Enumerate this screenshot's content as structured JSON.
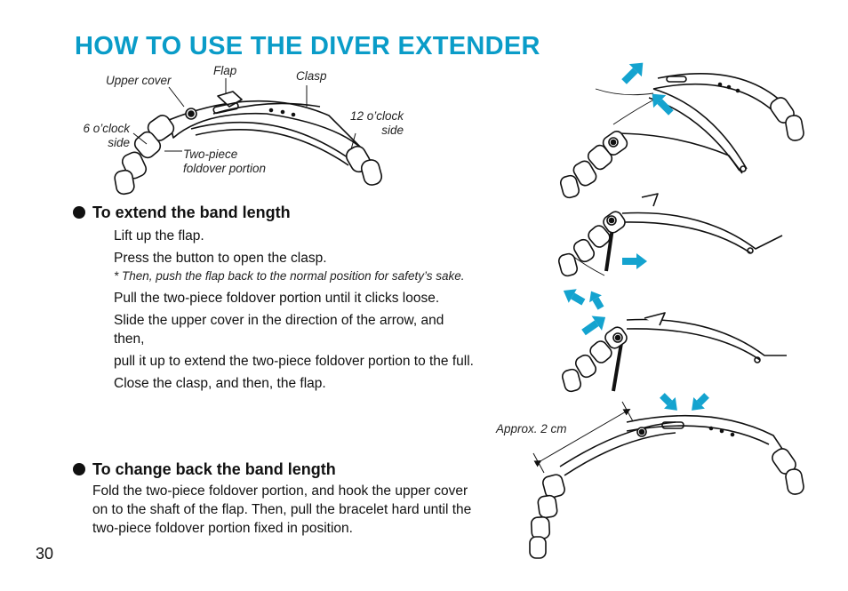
{
  "page": {
    "title": "HOW TO USE THE DIVER EXTENDER",
    "page_number": "30"
  },
  "diagram": {
    "labels": {
      "upper_cover": "Upper cover",
      "flap": "Flap",
      "clasp": "Clasp",
      "six_oclock_line1": "6 o’clock",
      "six_oclock_line2": "side",
      "twelve_oclock_line1": "12 o’clock",
      "twelve_oclock_line2": "side",
      "two_piece_line1": "Two-piece",
      "two_piece_line2": "foldover portion"
    },
    "approx_label": "Approx. 2 cm",
    "arrow_color": "#14a3cf"
  },
  "extend": {
    "heading": "To extend the band length",
    "steps": [
      "Lift up the flap.",
      "Press the button to open the clasp.",
      "Pull the two-piece foldover portion until it clicks loose.",
      "Slide the upper cover in the direction of the arrow, and then,",
      "pull it up to extend the two-piece foldover portion to the full.",
      "Close the clasp, and then, the flap."
    ],
    "note": "* Then, push the flap back to the normal position for safety’s sake."
  },
  "change_back": {
    "heading": "To change back the band length",
    "text": "Fold the two-piece foldover portion, and hook the upper cover on to the shaft of the flap.  Then, pull the bracelet hard until the two-piece foldover portion fixed in position."
  }
}
